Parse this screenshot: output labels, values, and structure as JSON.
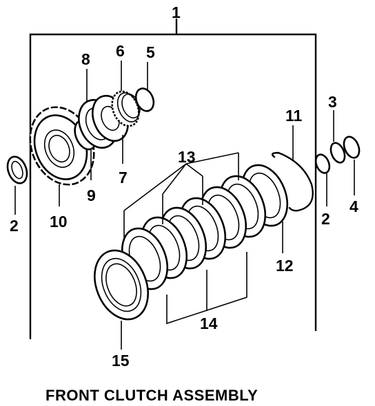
{
  "title": "FRONT CLUTCH ASSEMBLY",
  "callouts": [
    "1",
    "2",
    "3",
    "4",
    "5",
    "6",
    "7",
    "8",
    "9",
    "10",
    "11",
    "12",
    "13",
    "14",
    "15",
    "2"
  ],
  "parts": [
    "snap-ring-left",
    "clutch-drum",
    "check-ring",
    "piston",
    "spring-retainer",
    "piston-spring",
    "retaining-ring",
    "snap-ring-right",
    "seal-ring-pair",
    "o-ring",
    "retaining-snap-ring",
    "pressure-plate",
    "clutch-discs",
    "clutch-plates",
    "front-plate"
  ]
}
